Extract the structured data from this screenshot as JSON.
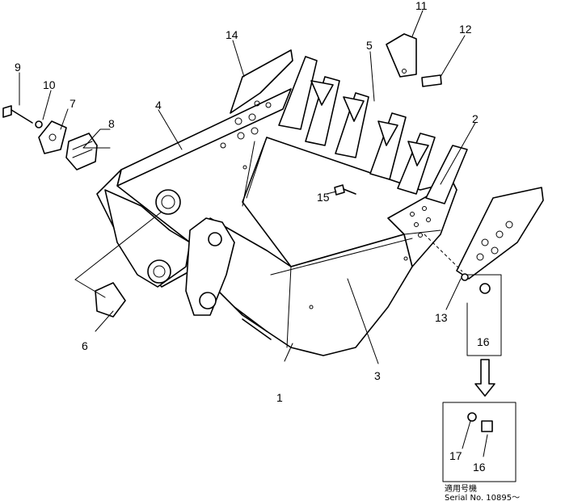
{
  "callouts": {
    "c1": "1",
    "c2": "2",
    "c3": "3",
    "c4": "4",
    "c5": "5",
    "c6": "6",
    "c7": "7",
    "c8": "8",
    "c9": "9",
    "c10": "10",
    "c11": "11",
    "c12": "12",
    "c13": "13",
    "c14": "14",
    "c15": "15",
    "c16a": "16",
    "c16b": "16",
    "c17": "17"
  },
  "serial_note": {
    "japanese": "適用号機",
    "serial": "Serial No. 10895～"
  }
}
